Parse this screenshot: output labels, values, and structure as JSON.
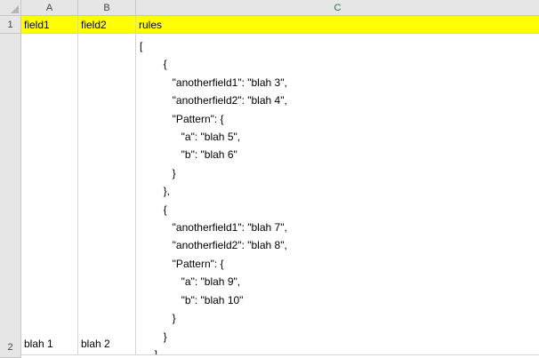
{
  "columns": {
    "a": "A",
    "b": "B",
    "c": "C"
  },
  "rows": {
    "r1": "1",
    "r2": "2"
  },
  "row1": {
    "a": "field1",
    "b": "field2",
    "c": "rules"
  },
  "row2": {
    "a": "blah 1",
    "b": "blah 2",
    "c_lines": [
      "[",
      "        {",
      "           \"anotherfield1\": \"blah 3\",",
      "           \"anotherfield2\": \"blah 4\",",
      "           \"Pattern\": {",
      "              \"a\": \"blah 5\",",
      "              \"b\": \"blah 6\"",
      "           }",
      "        },",
      "        {",
      "           \"anotherfield1\": \"blah 7\",",
      "           \"anotherfield2\": \"blah 8\",",
      "           \"Pattern\": {",
      "              \"a\": \"blah 9\",",
      "              \"b\": \"blah 10\"",
      "           }",
      "        }",
      "     ]"
    ]
  },
  "colors": {
    "header_fill": "#ffff00",
    "selected_col": "#217346"
  }
}
